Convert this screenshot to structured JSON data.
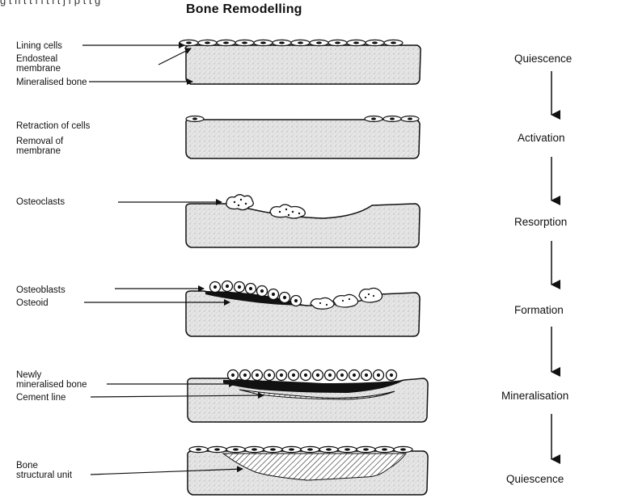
{
  "top_caption": "g t h      t t  f    i  t   l   t  j     f    p   t  t    g",
  "title": "Bone Remodelling",
  "panels": [
    {
      "labels": [
        "Lining cells",
        "Endosteal",
        "membrane",
        "Mineralised bone"
      ]
    },
    {
      "labels": [
        "Retraction of cells",
        "Removal of",
        "membrane"
      ]
    },
    {
      "labels": [
        "Osteoclasts"
      ]
    },
    {
      "labels": [
        "Osteoblasts",
        "Osteoid"
      ]
    },
    {
      "labels": [
        "Newly",
        "mineralised bone",
        "Cement line"
      ]
    },
    {
      "labels": [
        "Bone",
        "structural unit"
      ]
    }
  ],
  "stages": [
    "Quiescence",
    "Activation",
    "Resorption",
    "Formation",
    "Mineralisation",
    "Quiescence"
  ]
}
